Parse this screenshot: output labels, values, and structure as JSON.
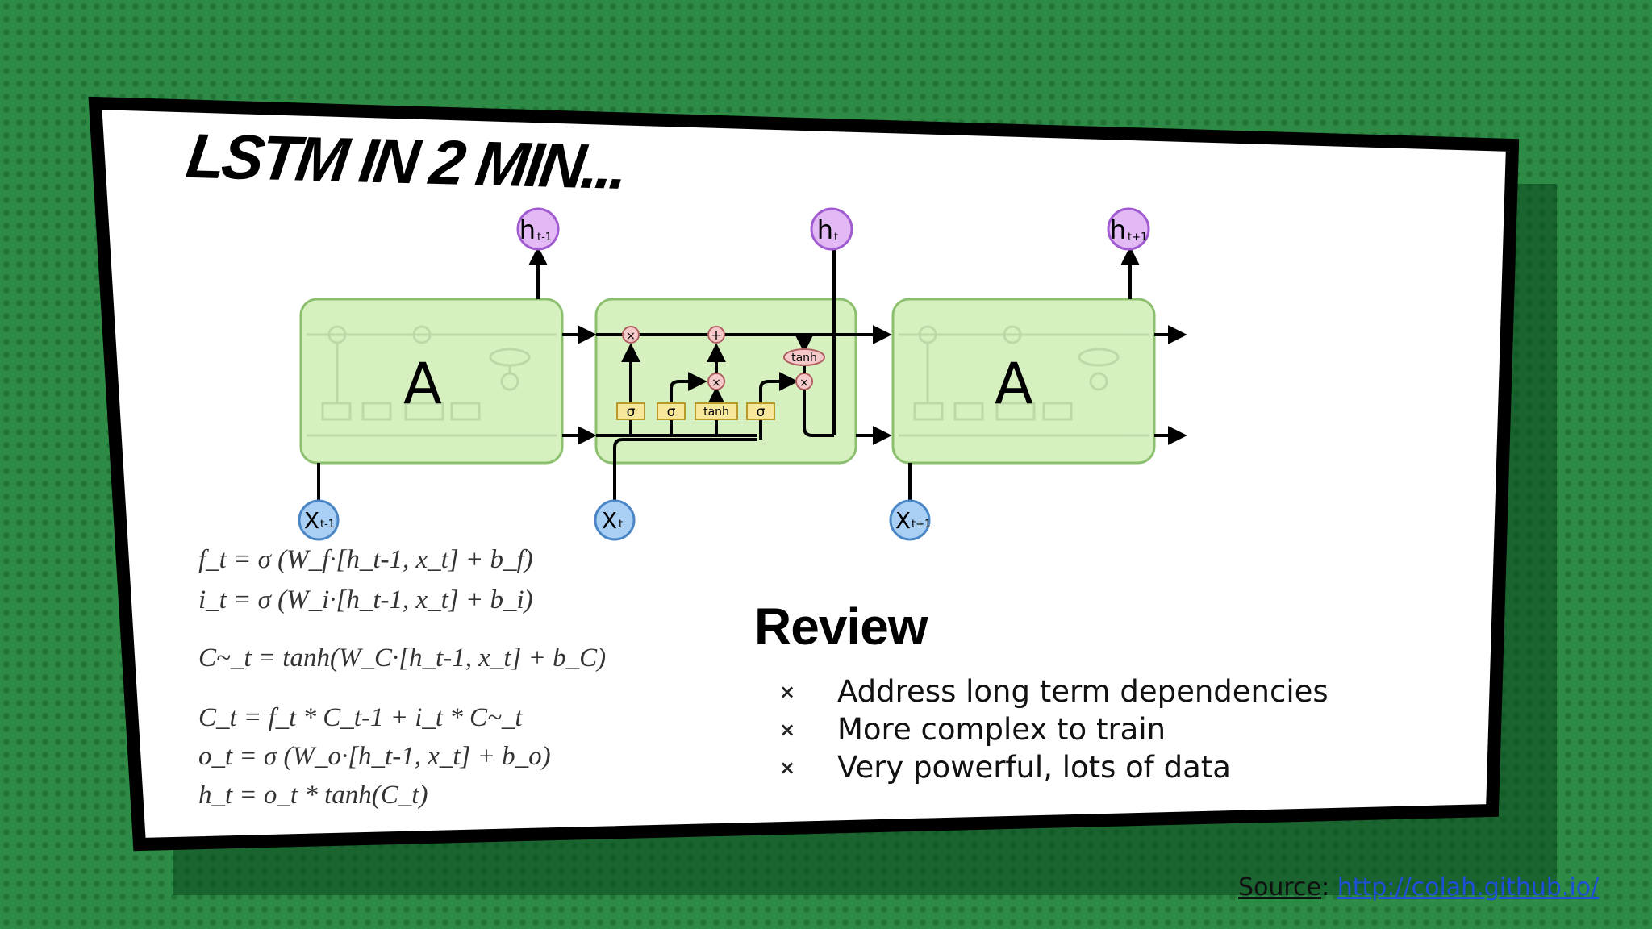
{
  "slide": {
    "title": "LSTM IN 2 MIN...",
    "review_heading": "Review",
    "review_bullets": [
      "Address long term dependencies",
      "More complex to train",
      "Very powerful, lots of data"
    ],
    "bullet_marker": "×",
    "source_label": "Source",
    "source_separator": ": ",
    "source_url": "http://colah.github.io/"
  },
  "diagram": {
    "cell_label": "A",
    "hidden_nodes": [
      {
        "base": "h",
        "sub": "t-1"
      },
      {
        "base": "h",
        "sub": "t"
      },
      {
        "base": "h",
        "sub": "t+1"
      }
    ],
    "input_nodes": [
      {
        "base": "X",
        "sub": "t-1"
      },
      {
        "base": "X",
        "sub": "t"
      },
      {
        "base": "X",
        "sub": "t+1"
      }
    ],
    "gates": [
      "σ",
      "σ",
      "tanh",
      "σ"
    ],
    "pointwise_ops": {
      "multiply": "×",
      "add": "+",
      "tanh": "tanh"
    },
    "colors": {
      "cell_fill": "#d6f0c0",
      "cell_stroke": "#8cbf6e",
      "hidden_fill": "#e2b8f5",
      "hidden_stroke": "#a05bd0",
      "input_fill": "#a9cff5",
      "input_stroke": "#4a86c5",
      "gate_fill": "#f7e79a",
      "gate_stroke": "#b89a2a",
      "op_fill": "#f5c9c9",
      "op_stroke": "#b06060",
      "background": "#2e8b46"
    }
  },
  "equations": {
    "forget": "f_t = σ (W_f·[h_t-1, x_t] + b_f)",
    "input": "i_t = σ (W_i·[h_t-1, x_t] + b_i)",
    "candidate": "C~_t = tanh(W_C·[h_t-1, x_t] + b_C)",
    "cell": "C_t = f_t * C_t-1 + i_t * C~_t",
    "output": "o_t = σ (W_o·[h_t-1, x_t] + b_o)",
    "hidden": "h_t = o_t * tanh(C_t)"
  }
}
